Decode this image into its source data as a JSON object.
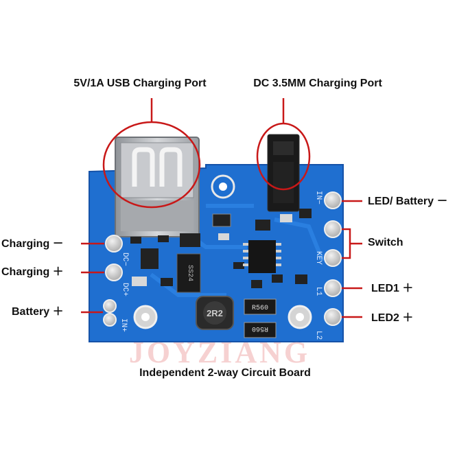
{
  "labels": {
    "usb_port": "5V/1A USB Charging Port",
    "dc_port": "DC 3.5MM Charging Port",
    "led_battery": "LED/ Battery －",
    "switch": "Switch",
    "led1": "LED1 ＋",
    "led2": "LED2 ＋",
    "charging_minus": "Charging －",
    "charging_plus": "Charging ＋",
    "battery_plus": "Battery ＋",
    "caption": "Independent 2-way Circuit Board"
  },
  "silkscreen": {
    "in_minus": "IN−",
    "dc_minus": "DC−",
    "dc_plus": "DC+",
    "in_plus": "IN+",
    "key": "KEY",
    "l1": "L1",
    "l2": "L2",
    "chip_ss24": "SS24",
    "inductor": "2R2",
    "resistor_top": "R560",
    "resistor_bottom": "R560"
  },
  "watermark": "JOYZIANG",
  "colors": {
    "pcb": "#1f6fd0",
    "pcb_dark": "#1552a8",
    "pad": "#d9d9d9",
    "annotation": "#c81818",
    "usb_metal": "#b9bcc0",
    "dc_jack": "#1a1a1a"
  }
}
